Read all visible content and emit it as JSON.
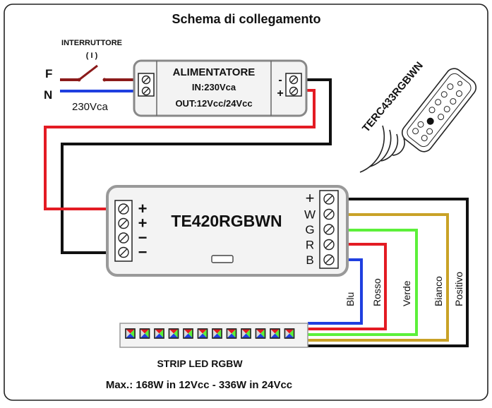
{
  "title": "Schema di collegamento",
  "switch": {
    "label": "INTERRUTTORE",
    "symbol": "( I )"
  },
  "mains": {
    "phase": "F",
    "neutral": "N",
    "voltage": "230Vca"
  },
  "power_supply": {
    "name": "ALIMENTATORE",
    "input": "IN:230Vca",
    "output": "OUT:12Vcc/24Vcc",
    "minus": "-",
    "plus": "+"
  },
  "remote": {
    "model": "TERC433RGBWN"
  },
  "controller": {
    "model": "TE420RGBWN",
    "input_terminals": [
      "+",
      "+",
      "−",
      "−"
    ],
    "output_terminals": [
      "+",
      "W",
      "G",
      "R",
      "B"
    ]
  },
  "wires": {
    "blue": "Blu",
    "red": "Rosso",
    "green": "Verde",
    "white": "Bianco",
    "positive": "Positivo"
  },
  "strip": {
    "label": "STRIP LED RGBW",
    "max": "Max.: 168W in 12Vcc - 336W in 24Vcc",
    "chip_count": 12
  },
  "colors": {
    "red": "#e31b23",
    "blue": "#1f3fe0",
    "brown": "#8b1a1a",
    "green": "#5cf03a",
    "gold": "#c9a227",
    "black": "#111111",
    "box_fill": "#f3f3f3"
  }
}
